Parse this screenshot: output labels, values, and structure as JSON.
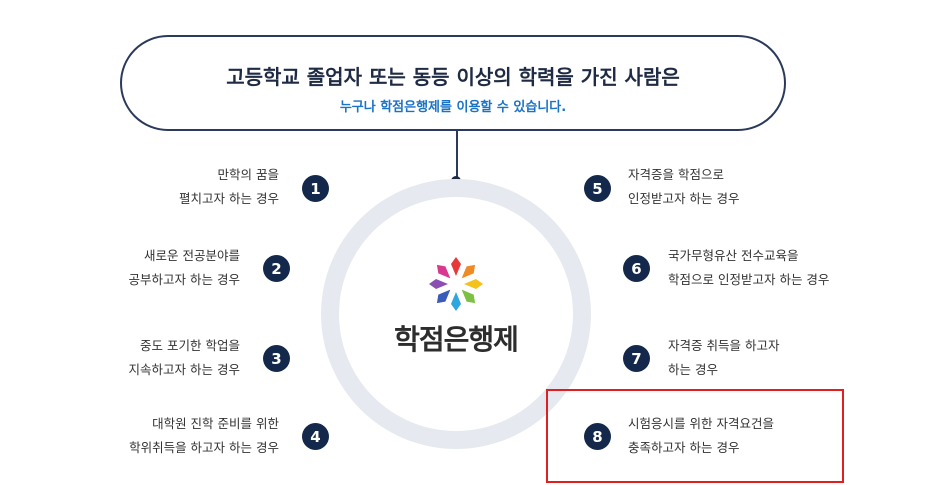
{
  "header": {
    "title": "고등학교 졸업자 또는 동등 이상의 학력을 가진 사람은",
    "subtitle": "누구나 학점은행제를 이용할 수 있습니다."
  },
  "center": {
    "title": "학점은행제",
    "logo_icon": "flower-logo-icon"
  },
  "items": [
    {
      "number": "1",
      "line1": "만학의 꿈을",
      "line2": "펼치고자 하는 경우"
    },
    {
      "number": "2",
      "line1": "새로운 전공분야를",
      "line2": "공부하고자 하는 경우"
    },
    {
      "number": "3",
      "line1": "중도 포기한 학업을",
      "line2": "지속하고자 하는 경우"
    },
    {
      "number": "4",
      "line1": "대학원 진학 준비를 위한",
      "line2": "학위취득을 하고자 하는 경우"
    },
    {
      "number": "5",
      "line1": "자격증을 학점으로",
      "line2": "인정받고자 하는 경우"
    },
    {
      "number": "6",
      "line1": "국가무형유산 전수교육을",
      "line2": "학점으로 인정받고자 하는 경우"
    },
    {
      "number": "7",
      "line1": "자격증 취득을 하고자",
      "line2": "하는 경우"
    },
    {
      "number": "8",
      "line1": "시험응시를 위한 자격요건을",
      "line2": "충족하고자 하는 경우"
    }
  ],
  "colors": {
    "badge": "#14284b",
    "header_border": "#2b3a5c",
    "subtitle": "#1a73c6",
    "highlight": "#e02020",
    "ring": "#e6e9ef"
  }
}
